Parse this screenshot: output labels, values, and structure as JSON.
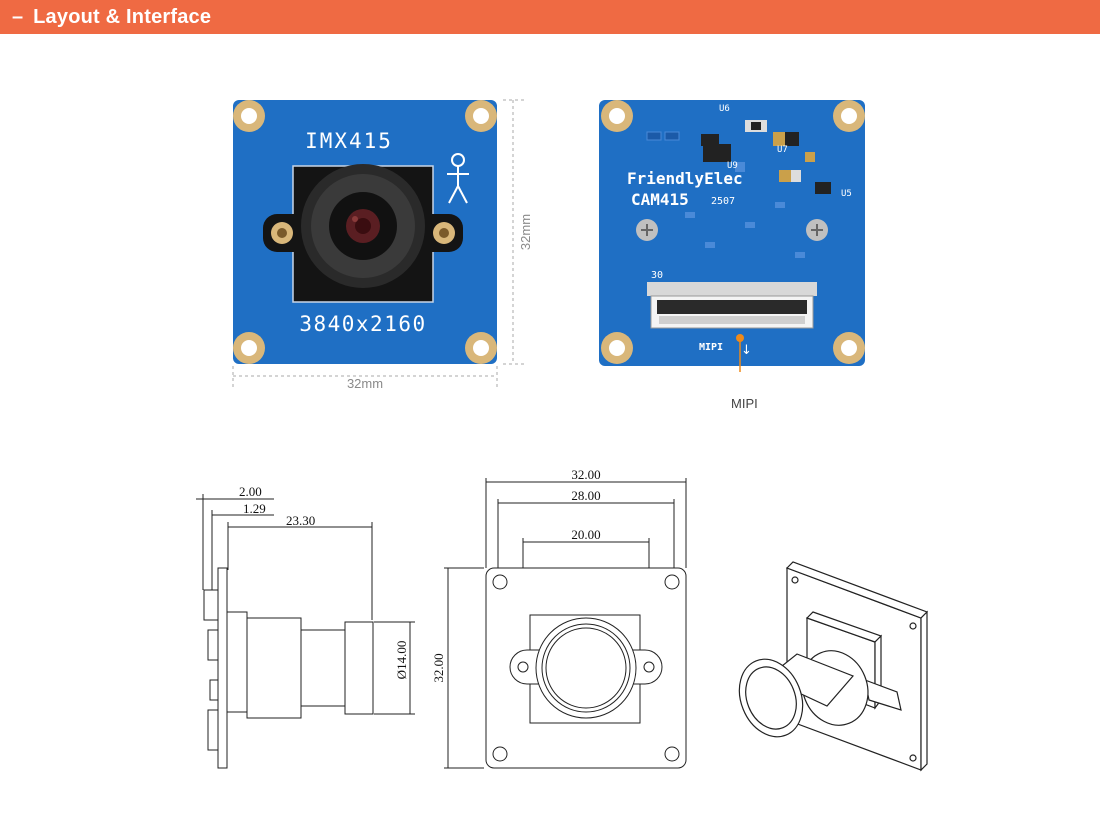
{
  "header": {
    "title": "Layout & Interface",
    "accent_color": "#ef6a43"
  },
  "front_board": {
    "sensor_label": "IMX415",
    "resolution_label": "3840x2160",
    "width_label": "32mm",
    "height_label": "32mm",
    "pcb_color": "#1f6fc4"
  },
  "back_board": {
    "brand_label": "FriendlyElec",
    "model_label": "CAM415",
    "rev_label": "2507",
    "connector_pin_label": "30",
    "mipi_silk_label": "MIPI",
    "component_labels": [
      "U6",
      "U7",
      "U9",
      "U5"
    ],
    "callout_label": "MIPI"
  },
  "drawings": {
    "side": {
      "dims": [
        "2.00",
        "1.29",
        "23.30",
        "Ø14.00"
      ]
    },
    "front": {
      "dims_top": [
        "32.00",
        "28.00",
        "20.00"
      ],
      "dim_left": "32.00"
    },
    "iso": {
      "icon": "isometric-camera-module-icon"
    }
  }
}
